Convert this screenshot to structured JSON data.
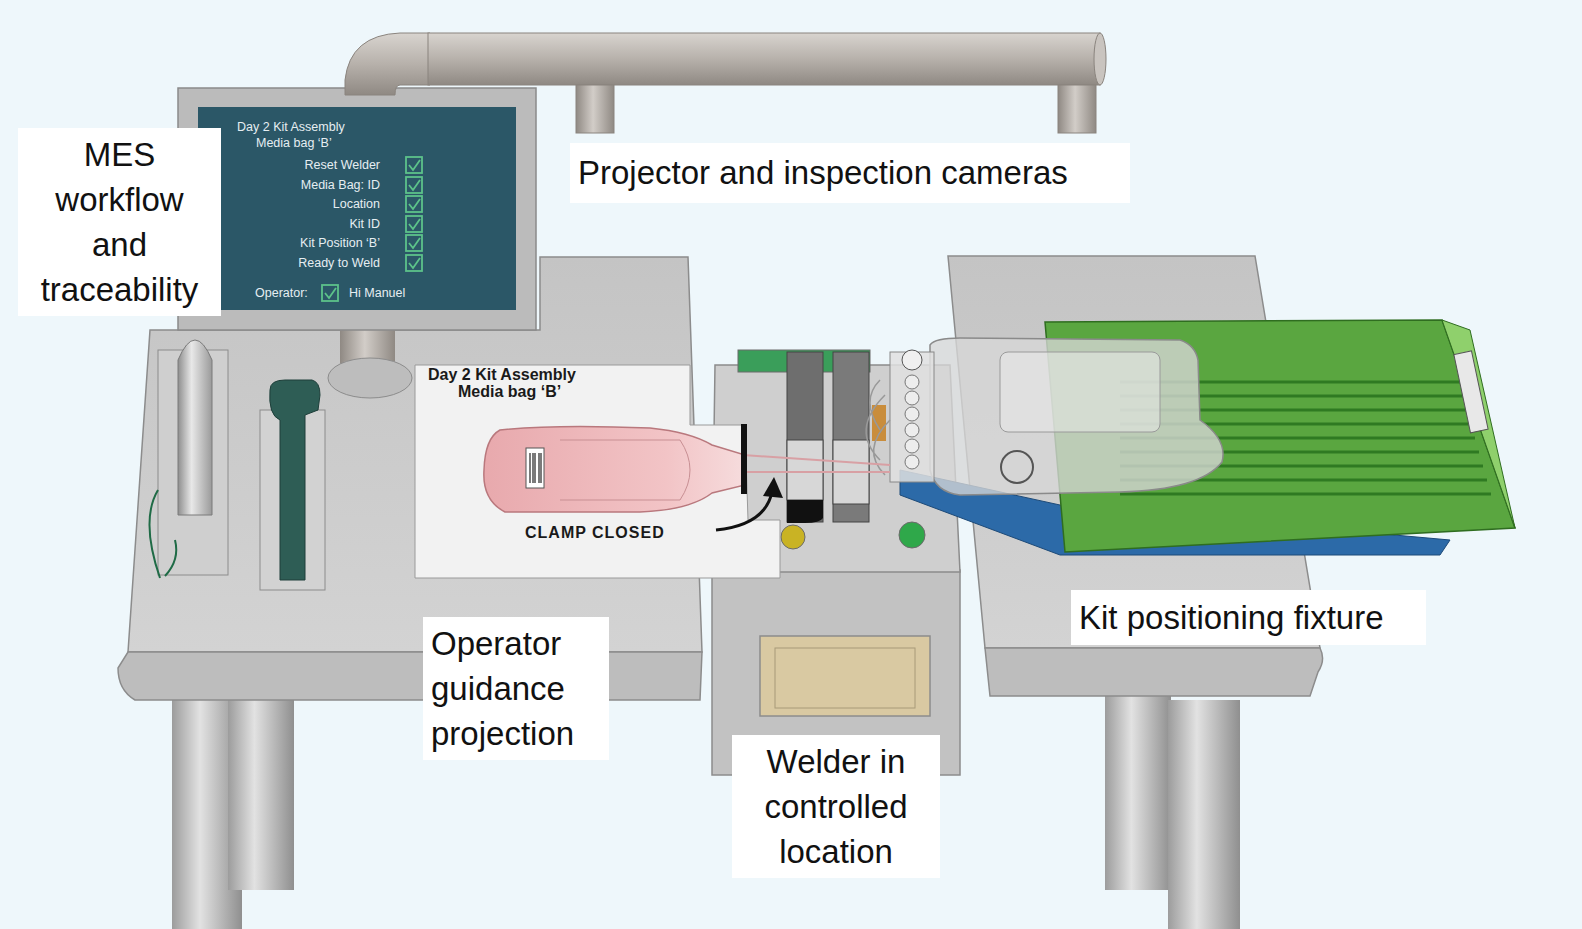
{
  "diagram": {
    "nodes": [
      {
        "text": [
          "Day 2 Kit Assembly",
          "Media bag ‘B’",
          "Reset Welder",
          "Media Bag: ID",
          "Location",
          "Kit ID",
          "Kit Position ‘B’",
          "Ready to Weld",
          "Operator:",
          "Hi Manuel"
        ]
      },
      {
        "text": [
          "Day 2 Kit Assembly",
          "Media bag ‘B’",
          "CLAMP CLOSED"
        ]
      },
      {
        "text": [
          "MES workflow and traceability"
        ]
      },
      {
        "text": [
          "Projector and inspection cameras"
        ]
      },
      {
        "text": [
          "Operator guidance projection"
        ]
      },
      {
        "text": [
          "Welder in controlled location"
        ]
      },
      {
        "text": [
          "Kit positioning fixture"
        ]
      }
    ]
  }
}
